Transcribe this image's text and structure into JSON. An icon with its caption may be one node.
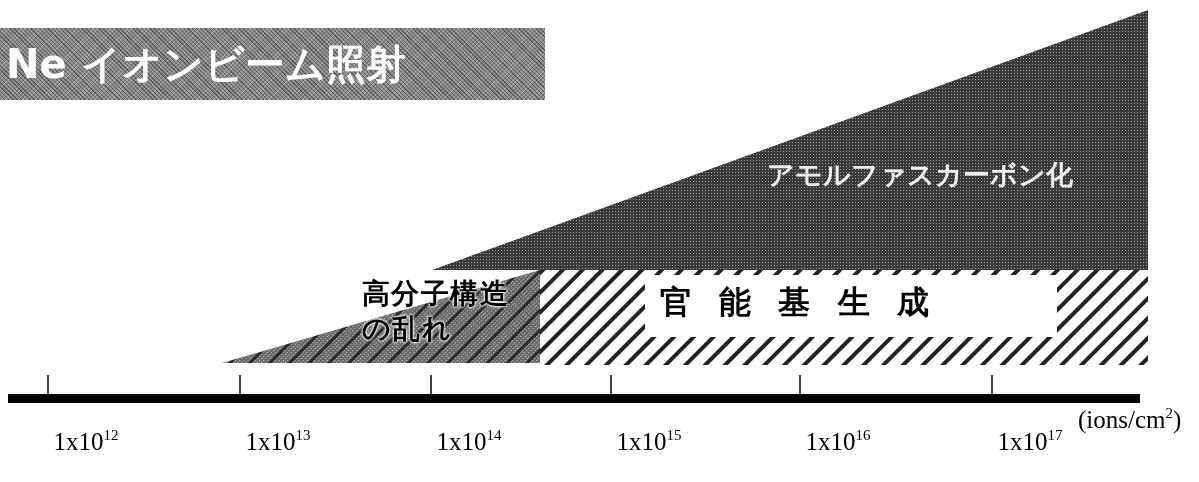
{
  "diagram": {
    "title": "Ne イオンビーム照射",
    "nodes": [
      {
        "text": [
          "アモルファスカーボン化"
        ]
      },
      {
        "text": [
          "高分子構造の乱れ"
        ]
      },
      {
        "text": [
          "官能基生成"
        ]
      }
    ],
    "labels": [
      "(ions/cm$^{2}$)",
      "1x10$^{12}$",
      "1x10$^{13}$",
      "1x10$^{14}$",
      "1x10$^{15}$",
      "1x10$^{16}$",
      "1x10$^{17}$"
    ]
  }
}
